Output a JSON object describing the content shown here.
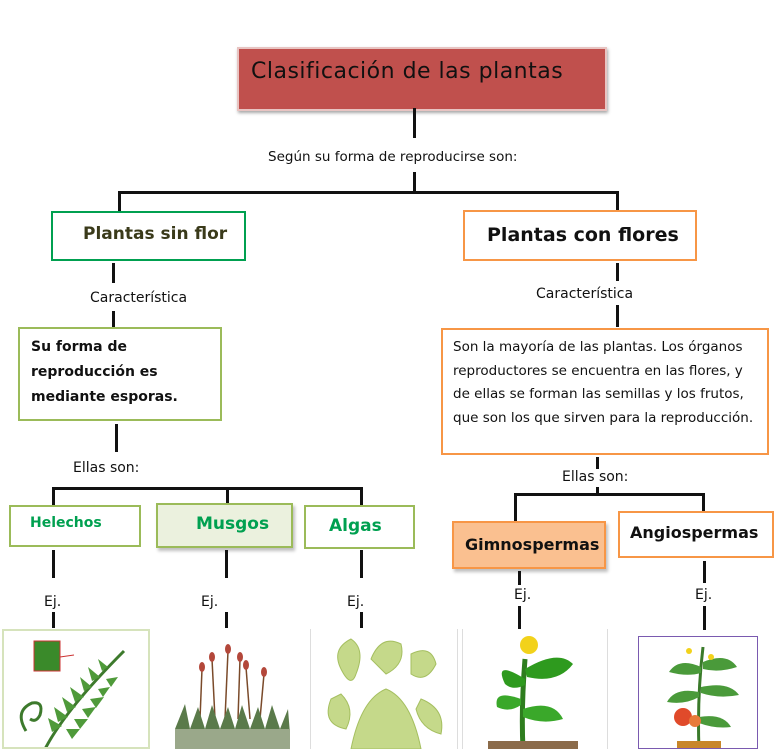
{
  "title": "Clasificación de las plantas",
  "subtitle": "Según su forma de reproducirse son:",
  "left": {
    "heading": "Plantas sin flor",
    "feature_label": "Característica",
    "description_lines": [
      "Su forma de",
      "reproducción es",
      "mediante esporas."
    ],
    "they_are": "Ellas son:",
    "types": [
      "Helechos",
      "Musgos",
      "Algas"
    ]
  },
  "right": {
    "heading": "Plantas con flores",
    "feature_label": "Característica",
    "description_lines": [
      "Son la mayoría de las plantas. Los órganos",
      "reproductores se encuentra en las flores, y",
      "de ellas se forman las semillas y los frutos,",
      "que son los que sirven para la reproducción."
    ],
    "they_are": "Ellas son:",
    "types": [
      "Gimnospermas",
      "Angiospermas"
    ]
  },
  "example_label": "Ej.",
  "colors": {
    "title_fill": "#c0504d",
    "green_border": "#9bbb59",
    "green_text": "#00a050",
    "orange_border": "#f79646",
    "gimno_fill": "#fac090"
  },
  "example_images": [
    "fern-illustration",
    "moss-illustration",
    "algae-illustration",
    "seedling-illustration",
    "tomato-plant-illustration"
  ]
}
